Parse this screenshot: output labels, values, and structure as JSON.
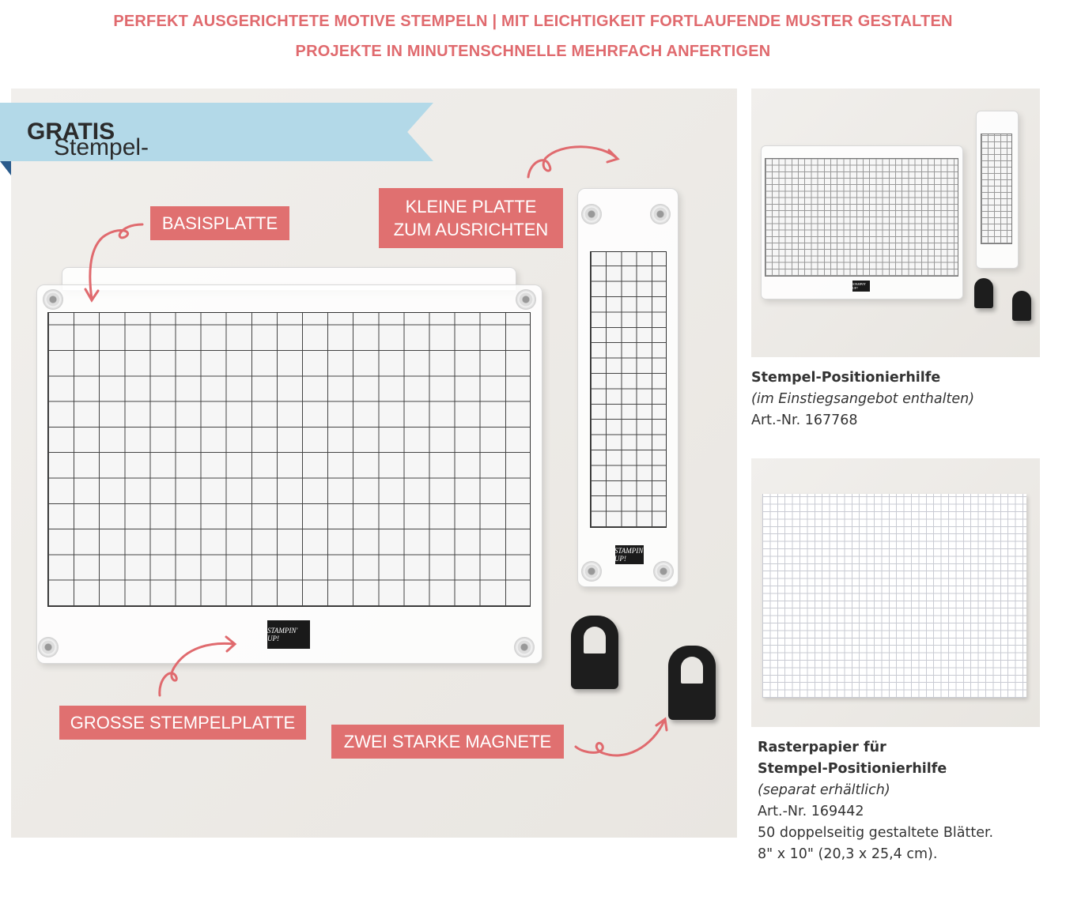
{
  "header": {
    "line1": "PERFEKT AUSGERICHTETE MOTIVE STEMPELN  | MIT LEICHTIGKEIT FORTLAUFENDE MUSTER GESTALTEN",
    "line2": "PROJEKTE IN MINUTENSCHNELLE MEHRFACH ANFERTIGEN"
  },
  "banner": {
    "text": "Stempel-Positionierhilfe ",
    "bold": "GRATIS"
  },
  "labels": {
    "base": "BASISPLATTE",
    "small_1": "KLEINE PLATTE",
    "small_2": "ZUM AUSRICHTEN",
    "large": "GROSSE STEMPELPLATTE",
    "magnets": "ZWEI STARKE MAGNETE"
  },
  "logo": "STAMPIN' UP!",
  "product1": {
    "name": "Stempel-Positionierhilfe",
    "note": "(im Einstiegsangebot enthalten)",
    "art": "Art.-Nr. 167768"
  },
  "product2": {
    "name1": "Rasterpapier für",
    "name2": "Stempel-Positionierhilfe",
    "note": "(separat erhältlich)",
    "art": "Art.-Nr. 169442",
    "desc1": "50 doppelseitig gestaltete Blätter.",
    "desc2": "8\" x 10\" (20,3 x 25,4 cm)."
  },
  "colors": {
    "accent": "#e07070",
    "banner": "#b3d9e8"
  }
}
